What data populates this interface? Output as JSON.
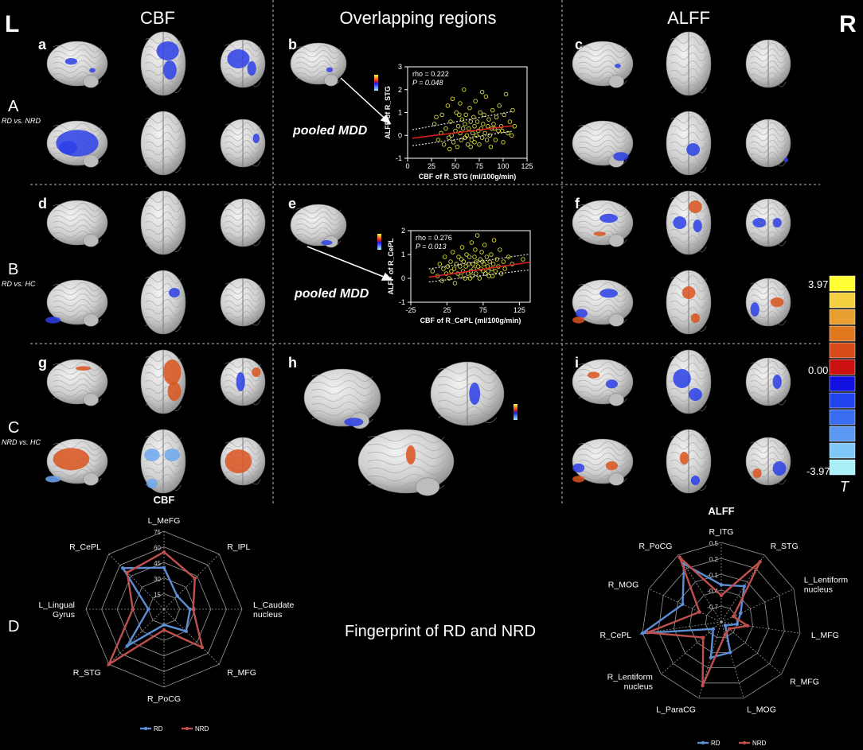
{
  "corner_left": "L",
  "corner_right": "R",
  "columns": {
    "cbf": "CBF",
    "overlap": "Overlapping regions",
    "alff": "ALFF"
  },
  "rows": [
    {
      "label": "A",
      "comparison": "RD vs. NRD"
    },
    {
      "label": "B",
      "comparison": "RD vs. HC"
    },
    {
      "label": "C",
      "comparison": "NRD vs. HC"
    },
    {
      "label": "D"
    }
  ],
  "panels": [
    "a",
    "b",
    "c",
    "d",
    "e",
    "f",
    "g",
    "h",
    "i"
  ],
  "pooled_label": "pooled MDD",
  "colorbar": {
    "max": "3.97",
    "zero": "0.00",
    "min": "-3.97",
    "unit": "T",
    "colors": [
      "#ffff33",
      "#f5d040",
      "#eaa030",
      "#e07820",
      "#d84a18",
      "#cc1010",
      "#1010e0",
      "#2244ee",
      "#3a6cf0",
      "#5a98f4",
      "#80c8f8",
      "#aaf0f8"
    ]
  },
  "center_title": "Fingerprint of RD and NRD",
  "chart_data": [
    {
      "type": "scatter",
      "panel": "b",
      "xlabel": "CBF of R_STG (ml/100g/min)",
      "ylabel": "ALFF of R_STG",
      "xticks": [
        "0",
        "25",
        "50",
        "75",
        "100",
        "125"
      ],
      "yticks": [
        "-1",
        "0",
        "1",
        "2",
        "3"
      ],
      "xlim": [
        0,
        125
      ],
      "ylim": [
        -1,
        3
      ],
      "stats": {
        "rho": "rho = 0.222",
        "p": "P = 0.048"
      },
      "fit": [
        [
          5,
          -0.12
        ],
        [
          110,
          0.42
        ]
      ],
      "ci_upper": [
        [
          5,
          0.25
        ],
        [
          110,
          1.05
        ]
      ],
      "ci_lower": [
        [
          5,
          -0.45
        ],
        [
          110,
          0.18
        ]
      ],
      "points": [
        [
          28,
          0.5
        ],
        [
          32,
          -0.2
        ],
        [
          35,
          0.1
        ],
        [
          36,
          0.9
        ],
        [
          38,
          -0.4
        ],
        [
          40,
          0.3
        ],
        [
          42,
          1.3
        ],
        [
          43,
          -0.1
        ],
        [
          45,
          0.6
        ],
        [
          46,
          0.0
        ],
        [
          47,
          1.6
        ],
        [
          48,
          -0.3
        ],
        [
          50,
          0.2
        ],
        [
          51,
          1.0
        ],
        [
          52,
          -0.5
        ],
        [
          53,
          0.4
        ],
        [
          55,
          0.1
        ],
        [
          55,
          1.4
        ],
        [
          56,
          -0.2
        ],
        [
          57,
          0.7
        ],
        [
          58,
          0.3
        ],
        [
          59,
          2.0
        ],
        [
          60,
          -0.1
        ],
        [
          60,
          0.5
        ],
        [
          61,
          0.9
        ],
        [
          62,
          0.0
        ],
        [
          63,
          -0.4
        ],
        [
          64,
          0.3
        ],
        [
          65,
          1.2
        ],
        [
          66,
          0.6
        ],
        [
          67,
          -0.2
        ],
        [
          68,
          0.1
        ],
        [
          69,
          0.8
        ],
        [
          70,
          0.4
        ],
        [
          70,
          -0.3
        ],
        [
          71,
          1.5
        ],
        [
          72,
          0.0
        ],
        [
          73,
          0.6
        ],
        [
          74,
          0.2
        ],
        [
          75,
          -0.4
        ],
        [
          76,
          1.0
        ],
        [
          77,
          0.3
        ],
        [
          78,
          -0.1
        ],
        [
          79,
          0.5
        ],
        [
          80,
          0.9
        ],
        [
          81,
          0.1
        ],
        [
          82,
          1.7
        ],
        [
          83,
          -0.2
        ],
        [
          84,
          0.4
        ],
        [
          85,
          0.7
        ],
        [
          86,
          0.0
        ],
        [
          87,
          -0.5
        ],
        [
          88,
          0.3
        ],
        [
          89,
          1.1
        ],
        [
          90,
          0.5
        ],
        [
          92,
          -0.2
        ],
        [
          93,
          0.8
        ],
        [
          95,
          0.2
        ],
        [
          96,
          1.3
        ],
        [
          98,
          0.4
        ],
        [
          100,
          -0.3
        ],
        [
          101,
          0.9
        ],
        [
          103,
          1.8
        ],
        [
          105,
          0.1
        ],
        [
          107,
          0.6
        ],
        [
          109,
          0.0
        ],
        [
          110,
          1.1
        ],
        [
          112,
          0.4
        ],
        [
          30,
          0.8
        ],
        [
          44,
          -0.6
        ],
        [
          54,
          0.9
        ],
        [
          66,
          -0.5
        ],
        [
          78,
          1.9
        ],
        [
          91,
          0.3
        ],
        [
          99,
          0.2
        ]
      ]
    },
    {
      "type": "scatter",
      "panel": "e",
      "xlabel": "CBF of R_CePL (ml/100g/min)",
      "ylabel": "ALFF of R_CePL",
      "xticks": [
        "-25",
        "25",
        "75",
        "125"
      ],
      "yticks": [
        "-1",
        "0",
        "1",
        "2"
      ],
      "xlim": [
        -25,
        140
      ],
      "ylim": [
        -1,
        2
      ],
      "stats": {
        "rho": "rho = 0.276",
        "p": "P = 0.013"
      },
      "fit": [
        [
          0,
          0.05
        ],
        [
          140,
          0.68
        ]
      ],
      "ci_upper": [
        [
          0,
          0.4
        ],
        [
          140,
          1.02
        ]
      ],
      "ci_lower": [
        [
          0,
          -0.15
        ],
        [
          140,
          0.36
        ]
      ],
      "points": [
        [
          5,
          0.3
        ],
        [
          12,
          0.1
        ],
        [
          15,
          0.6
        ],
        [
          18,
          -0.1
        ],
        [
          20,
          0.4
        ],
        [
          22,
          0.9
        ],
        [
          24,
          0.2
        ],
        [
          26,
          0.5
        ],
        [
          28,
          0.0
        ],
        [
          30,
          0.7
        ],
        [
          31,
          0.3
        ],
        [
          33,
          1.1
        ],
        [
          35,
          0.4
        ],
        [
          36,
          -0.2
        ],
        [
          38,
          0.6
        ],
        [
          40,
          0.2
        ],
        [
          41,
          0.9
        ],
        [
          43,
          0.5
        ],
        [
          44,
          0.1
        ],
        [
          46,
          1.3
        ],
        [
          47,
          0.3
        ],
        [
          48,
          0.7
        ],
        [
          50,
          0.0
        ],
        [
          51,
          0.5
        ],
        [
          52,
          1.0
        ],
        [
          54,
          0.2
        ],
        [
          55,
          0.6
        ],
        [
          56,
          0.9
        ],
        [
          58,
          0.3
        ],
        [
          59,
          1.5
        ],
        [
          60,
          0.1
        ],
        [
          61,
          0.6
        ],
        [
          62,
          0.4
        ],
        [
          64,
          1.2
        ],
        [
          65,
          0.2
        ],
        [
          66,
          0.7
        ],
        [
          67,
          1.8
        ],
        [
          68,
          0.5
        ],
        [
          70,
          0.0
        ],
        [
          71,
          0.8
        ],
        [
          72,
          0.4
        ],
        [
          73,
          1.1
        ],
        [
          75,
          0.3
        ],
        [
          76,
          0.6
        ],
        [
          77,
          1.4
        ],
        [
          78,
          0.2
        ],
        [
          80,
          0.9
        ],
        [
          81,
          0.5
        ],
        [
          83,
          0.1
        ],
        [
          84,
          0.7
        ],
        [
          86,
          1.0
        ],
        [
          87,
          0.4
        ],
        [
          89,
          0.6
        ],
        [
          90,
          1.6
        ],
        [
          92,
          0.3
        ],
        [
          94,
          0.8
        ],
        [
          96,
          0.5
        ],
        [
          98,
          1.2
        ],
        [
          100,
          0.2
        ],
        [
          103,
          0.7
        ],
        [
          105,
          0.4
        ],
        [
          110,
          0.9
        ],
        [
          115,
          0.6
        ],
        [
          130,
          0.8
        ],
        [
          45,
          0.8
        ],
        [
          57,
          0.0
        ],
        [
          63,
          0.9
        ],
        [
          74,
          0.7
        ],
        [
          82,
          0.3
        ],
        [
          88,
          0.1
        ]
      ]
    },
    {
      "type": "radar",
      "title": "CBF",
      "axes": [
        "L_MeFG",
        "R_IPL",
        "L_Caudate nucleus",
        "R_MFG",
        "R_PoCG",
        "R_STG",
        "L_Lingual Gyrus",
        "R_CePL"
      ],
      "rlim": [
        0,
        75
      ],
      "ticks": [
        "15",
        "30",
        "45",
        "60",
        "75"
      ],
      "series": [
        {
          "name": "RD",
          "color": "#5b8fd6",
          "values": [
            40,
            18,
            25,
            30,
            15,
            50,
            15,
            56
          ]
        },
        {
          "name": "NRD",
          "color": "#c0504d",
          "values": [
            55,
            42,
            28,
            52,
            20,
            75,
            30,
            50
          ]
        }
      ]
    },
    {
      "type": "radar",
      "title": "ALFF",
      "axes": [
        "R_ITG",
        "R_STG",
        "L_Lentiform nucleus",
        "L_MFG",
        "R_MFG",
        "L_MOG",
        "L_ParaCG",
        "R_Lentiform nucleus",
        "R_CePL",
        "R_MOG",
        "R_PoCG"
      ],
      "rlim": [
        -1,
        0.5
      ],
      "ticks": [
        "-0.7",
        "-0.4",
        "-0.1",
        "0.2",
        "0.5"
      ],
      "series": [
        {
          "name": "RD",
          "color": "#5b8fd6",
          "values": [
            -0.3,
            -0.2,
            -0.6,
            -0.7,
            -0.9,
            -0.4,
            -0.3,
            -0.8,
            0.5,
            -0.2,
            0.3
          ]
        },
        {
          "name": "NRD",
          "color": "#c0504d",
          "values": [
            -0.5,
            0.35,
            -0.75,
            -0.5,
            -0.8,
            -0.75,
            0.25,
            -0.55,
            0.4,
            -0.55,
            0.45
          ]
        }
      ]
    }
  ]
}
